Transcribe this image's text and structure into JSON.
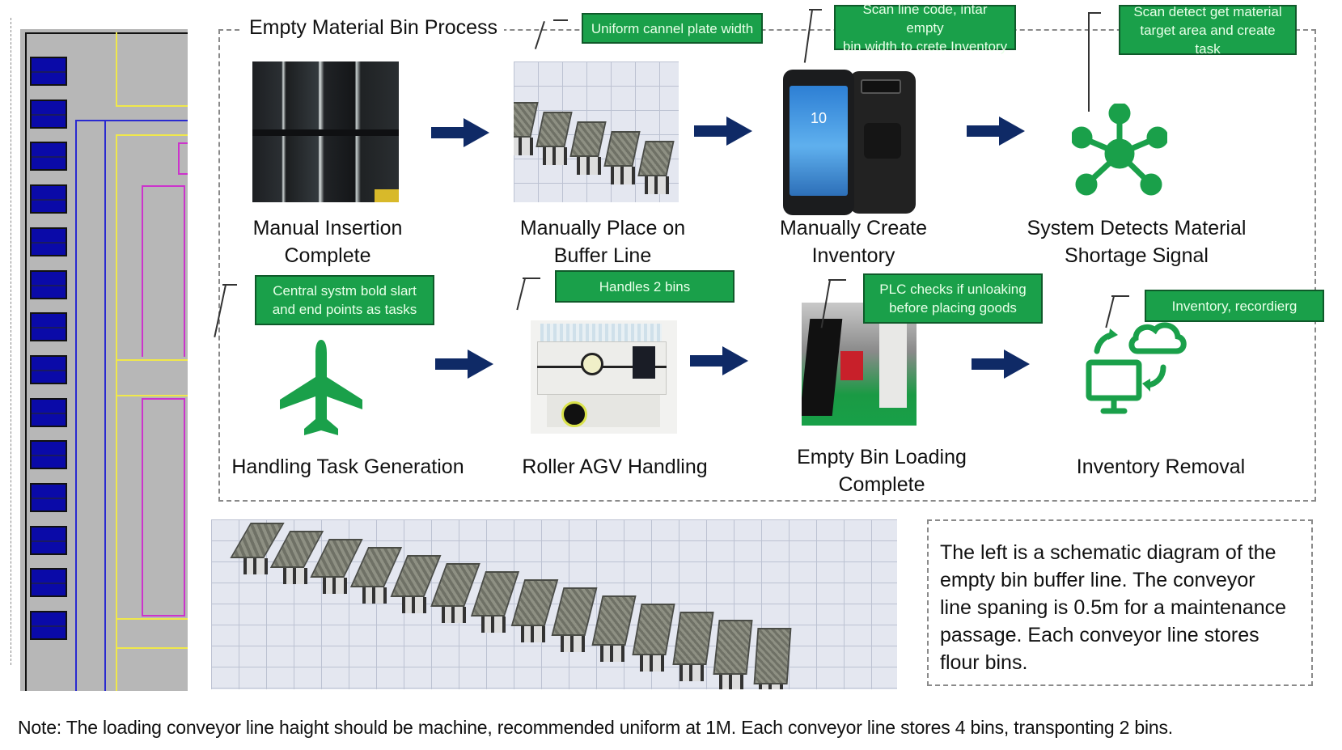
{
  "process": {
    "title": "Empty Material Bin Process",
    "top_row": [
      {
        "label_line1": "Manual Insertion",
        "label_line2": "Complete",
        "image": "rack-photo"
      },
      {
        "label_line1": "Manually Place on",
        "label_line2": "Buffer Line",
        "image": "conveyor-render",
        "callout": "Uniform cannel plate width"
      },
      {
        "label_line1": "Manually Create",
        "label_line2": "Inventory",
        "image": "handheld-scanner",
        "callout_line1": "Scan line code, intar empty",
        "callout_line2": "bin width to crete Inventory",
        "screen_time": "10"
      },
      {
        "label_line1": "System Detects Material",
        "label_line2": "Shortage Signal",
        "icon": "network-hub-icon",
        "callout_line1": "Scan detect get material",
        "callout_line2": "target area and create task"
      }
    ],
    "bottom_row": [
      {
        "label_line1": "Handling Task Generation",
        "icon": "airplane-icon",
        "callout_line1": "Central systm bold slart",
        "callout_line2": "and end points as tasks"
      },
      {
        "label_line1": "Roller AGV Handling",
        "image": "agv-robot",
        "callout": "Handles 2 bins"
      },
      {
        "label_line1": "Empty Bin Loading",
        "label_line2": "Complete",
        "image": "loading-station-photo",
        "callout_line1": "PLC checks if unloaking",
        "callout_line2": "before placing goods"
      },
      {
        "label_line1": "Inventory Removal",
        "icon": "cloud-sync-monitor-icon",
        "callout": "Inventory, recordierg"
      }
    ]
  },
  "description": {
    "lines": [
      "The left is a schematic diagram of the",
      "empty bin buffer line. The conveyor",
      "line spaning is 0.5m for a maintenance",
      "passage.  Each conveyor line stores",
      "flour bins."
    ]
  },
  "footer_note": "Note: The loading conveyor line haight should be  machine, recommended uniform at 1M. Each conveyor line stores 4 bins, transponting 2 bins.",
  "colors": {
    "callout_green": "#1aa04a",
    "icon_green": "#1aa04a",
    "arrow_navy": "#0f2a66",
    "schematic_bin_blue": "#0a0aa8",
    "schematic_bg": "#b7b7b7"
  }
}
